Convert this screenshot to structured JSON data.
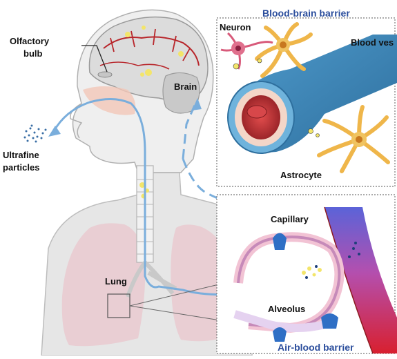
{
  "labels": {
    "olfactory_bulb_line1": "Olfactory",
    "olfactory_bulb_line2": "bulb",
    "brain": "Brain",
    "ultrafine_line1": "Ultrafine",
    "ultrafine_line2": "particles",
    "lung": "Lung",
    "neuron": "Neuron",
    "blood_vessel": "Blood ves",
    "astrocyte": "Astrocyte",
    "capillary": "Capillary",
    "alveolus": "Alveolus"
  },
  "titles": {
    "bbb": "Blood-brain barrier",
    "abb": "Air-blood barrier"
  },
  "colors": {
    "title_blue": "#2a4d9c",
    "pathway_blue": "#7aaedc",
    "lung_pink": "#e9c9cf",
    "brain_red": "#b8262b",
    "astrocyte_orange": "#efb64a",
    "vessel_blue": "#3d86b8",
    "vessel_red": "#c8232c",
    "particle_yellow": "#f3e56a"
  }
}
